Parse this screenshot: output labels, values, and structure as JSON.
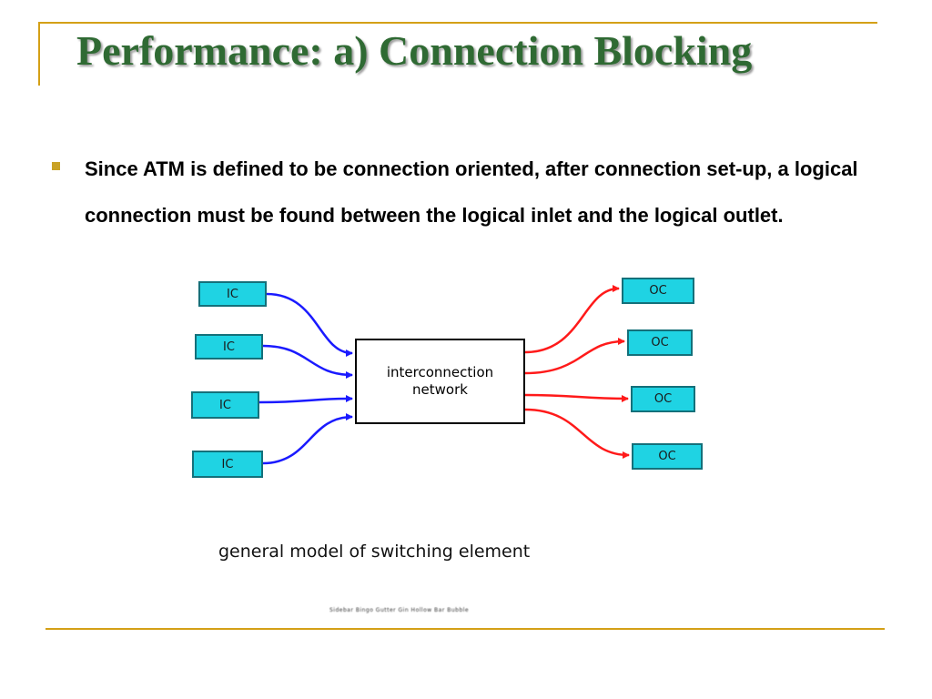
{
  "slide": {
    "title": "Performance: a) Connection Blocking",
    "bullets": [
      "Since ATM is defined to be connection oriented, after connection set-up, a logical connection must be found between the logical inlet and the logical outlet."
    ]
  },
  "diagram": {
    "inputs": [
      {
        "label": "IC"
      },
      {
        "label": "IC"
      },
      {
        "label": "IC"
      },
      {
        "label": "IC"
      }
    ],
    "outputs": [
      {
        "label": "OC"
      },
      {
        "label": "OC"
      },
      {
        "label": "OC"
      },
      {
        "label": "OC"
      }
    ],
    "network": {
      "line1": "interconnection",
      "line2": "network"
    },
    "caption": "general model of switching element",
    "footnote": "Sidebar Bingo Gutter Gin Hollow Bar Bubble",
    "colors": {
      "node_fill": "#1fd3e3",
      "input_arrows": "#1a1aff",
      "output_arrows": "#ff1a1a",
      "title": "#2f6a33",
      "accent": "#d4a017"
    }
  }
}
